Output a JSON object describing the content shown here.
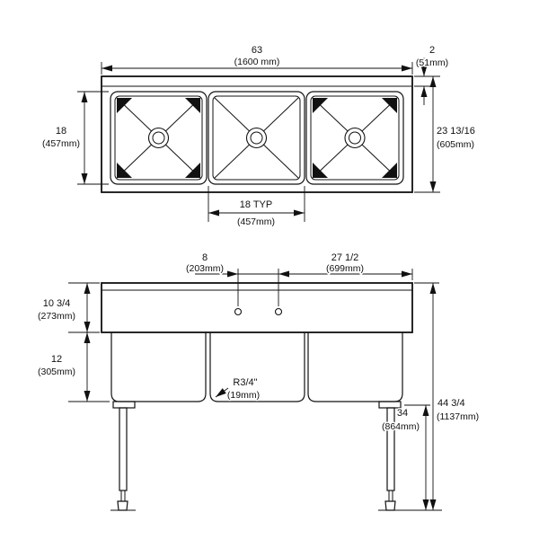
{
  "colors": {
    "line": "#111111",
    "background": "#ffffff"
  },
  "top_view": {
    "overall_width": {
      "in": "63",
      "mm": "(1600 mm)"
    },
    "rear_ledge": {
      "in": "2",
      "mm": "(51mm)"
    },
    "bowl_front_to_back": {
      "in": "18",
      "mm": "(457mm)"
    },
    "overall_front_to_back": {
      "in": "23 13/16",
      "mm": "(605mm)"
    },
    "bowl_width": {
      "in": "18 TYP",
      "mm": "(457mm)"
    }
  },
  "front_view": {
    "faucet_hole_spacing": {
      "in": "8",
      "mm": "(203mm)"
    },
    "faucet_to_right_edge": {
      "in": "27 1/2",
      "mm": "(699mm)"
    },
    "rim_height": {
      "in": "10 3/4",
      "mm": "(273mm)"
    },
    "bowl_depth": {
      "in": "12",
      "mm": "(305mm)"
    },
    "corner_radius": {
      "in": "R3/4\"",
      "mm": "(19mm)"
    },
    "overall_height": {
      "in": "44 3/4",
      "mm": "(1137mm)"
    },
    "floor_to_underside": {
      "in": "34",
      "mm": "(864mm)"
    }
  }
}
